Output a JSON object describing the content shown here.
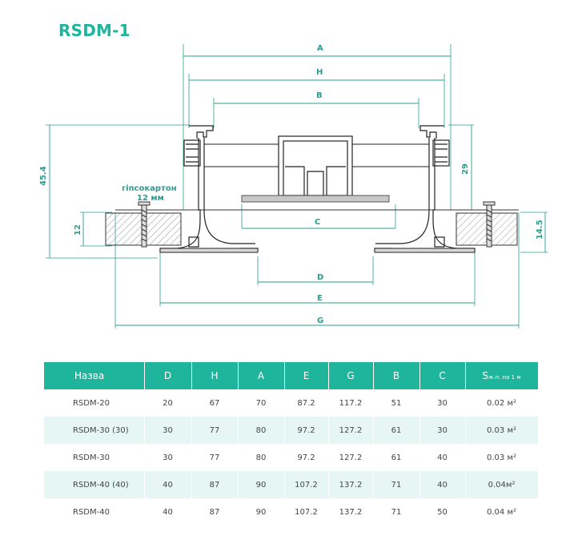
{
  "title": "RSDM-1",
  "drawing": {
    "dims": {
      "A": "A",
      "H": "H",
      "B": "B",
      "C": "C",
      "D": "D",
      "E": "E",
      "G": "G",
      "v45": "45.4",
      "v29": "29",
      "v12": "12",
      "v145": "14.5"
    },
    "drywall_label": "гіпсокартон",
    "drywall_thickness": "12 мм",
    "colors": {
      "dim": "#2a9d8f",
      "line": "#222222",
      "accent": "#1fb59c"
    }
  },
  "table": {
    "headers": [
      "Назва",
      "D",
      "H",
      "A",
      "E",
      "G",
      "B",
      "C"
    ],
    "s_header": {
      "main": "S",
      "sub": "ж.п. на 1 м"
    },
    "rows": [
      [
        "RSDM-20",
        "20",
        "67",
        "70",
        "87.2",
        "117.2",
        "51",
        "30",
        "0.02 м²"
      ],
      [
        "RSDM-30 (30)",
        "30",
        "77",
        "80",
        "97.2",
        "127.2",
        "61",
        "30",
        "0.03 м²"
      ],
      [
        "RSDM-30",
        "30",
        "77",
        "80",
        "97.2",
        "127.2",
        "61",
        "40",
        "0.03 м²"
      ],
      [
        "RSDM-40 (40)",
        "40",
        "87",
        "90",
        "107.2",
        "137.2",
        "71",
        "40",
        "0.04м²"
      ],
      [
        "RSDM-40",
        "40",
        "87",
        "90",
        "107.2",
        "137.2",
        "71",
        "50",
        "0.04 м²"
      ]
    ]
  }
}
